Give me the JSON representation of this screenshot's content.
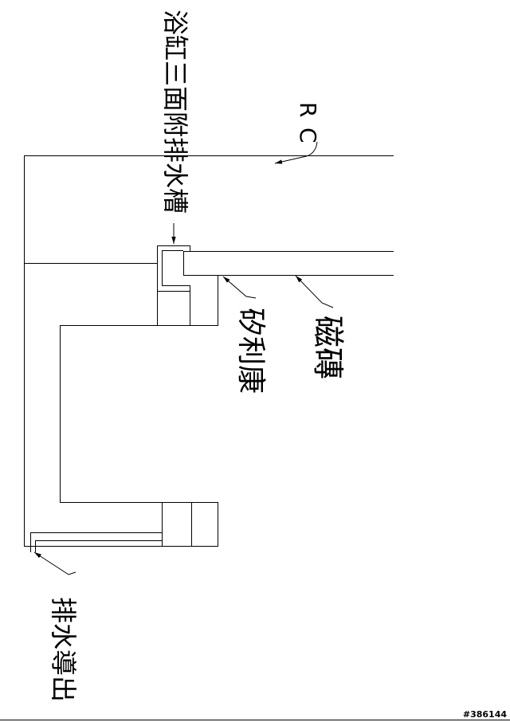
{
  "drawing": {
    "labels": {
      "tub_drain_channel": "浴缸三面附排水槽",
      "rc": "RC",
      "silicone": "矽利康",
      "tile": "磁磚",
      "drain_outlet": "排水導出"
    },
    "watermark": "#386144"
  },
  "colors": {
    "line": "#000000",
    "background": "#ffffff"
  }
}
